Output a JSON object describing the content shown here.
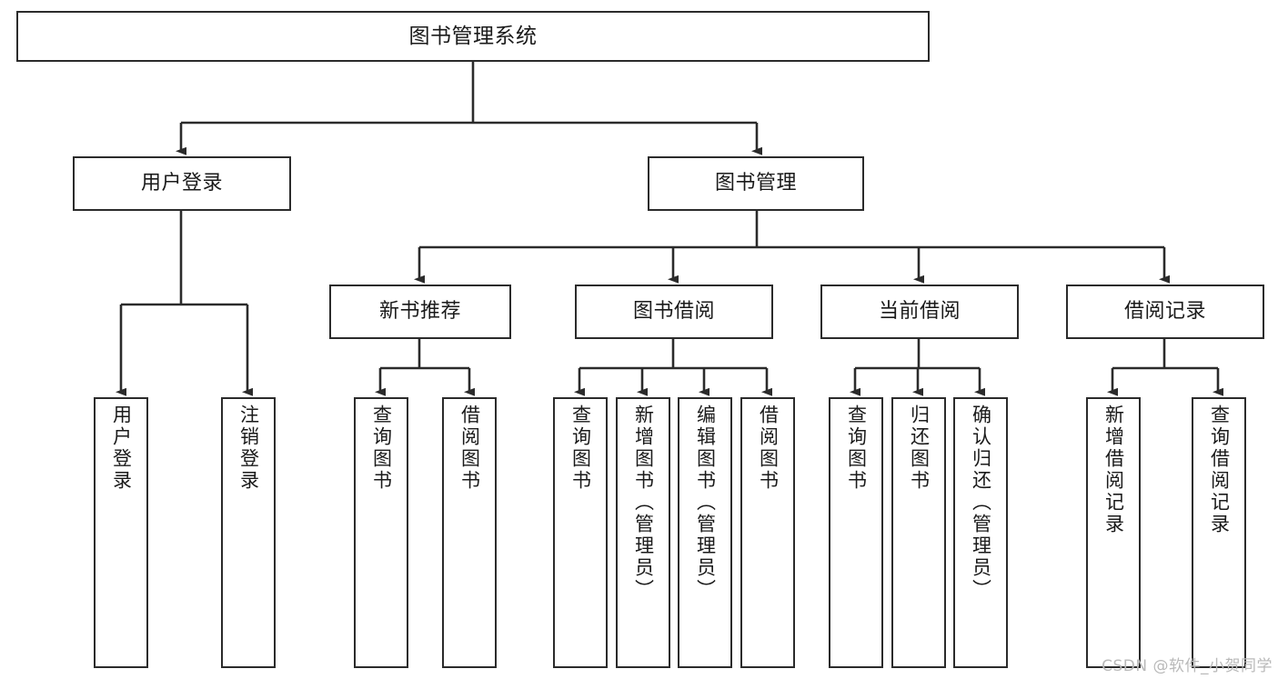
{
  "diagram": {
    "title": "图书管理系统",
    "type": "tree",
    "orientation": "top-down",
    "colors": {
      "node_stroke": "#2b2b2b",
      "node_fill": "#ffffff",
      "edge": "#2b2b2b",
      "text": "#1a1a1a",
      "watermark": "#b9b9b9",
      "background": "#ffffff"
    },
    "watermark": "CSDN @软件_小贺同学"
  },
  "nodes": {
    "root": {
      "label": "图书管理系统"
    },
    "level1": [
      {
        "id": "user-login",
        "label": "用户登录"
      },
      {
        "id": "book-manage",
        "label": "图书管理"
      }
    ],
    "level2": [
      {
        "id": "new-book-recommend",
        "label": "新书推荐"
      },
      {
        "id": "book-borrow",
        "label": "图书借阅"
      },
      {
        "id": "current-borrow",
        "label": "当前借阅"
      },
      {
        "id": "borrow-record",
        "label": "借阅记录"
      }
    ],
    "leaves": [
      {
        "id": "leaf-user-login",
        "label": "用户登录",
        "parent": "user-login"
      },
      {
        "id": "leaf-logout-login",
        "label": "注销登录",
        "parent": "user-login"
      },
      {
        "id": "leaf-query-book-1",
        "label": "查询图书",
        "parent": "new-book-recommend"
      },
      {
        "id": "leaf-borrow-book-1",
        "label": "借阅图书",
        "parent": "new-book-recommend"
      },
      {
        "id": "leaf-query-book-2",
        "label": "查询图书",
        "parent": "book-borrow"
      },
      {
        "id": "leaf-add-book",
        "label": "新增图书（管理员）",
        "parent": "book-borrow"
      },
      {
        "id": "leaf-edit-book",
        "label": "编辑图书（管理员）",
        "parent": "book-borrow"
      },
      {
        "id": "leaf-borrow-book-2",
        "label": "借阅图书",
        "parent": "book-borrow"
      },
      {
        "id": "leaf-query-book-3",
        "label": "查询图书",
        "parent": "current-borrow"
      },
      {
        "id": "leaf-return-book",
        "label": "归还图书",
        "parent": "current-borrow"
      },
      {
        "id": "leaf-confirm-return",
        "label": "确认归还（管理员）",
        "parent": "current-borrow"
      },
      {
        "id": "leaf-add-record",
        "label": "新增借阅记录",
        "parent": "borrow-record"
      },
      {
        "id": "leaf-query-record",
        "label": "查询借阅记录",
        "parent": "borrow-record"
      }
    ]
  }
}
